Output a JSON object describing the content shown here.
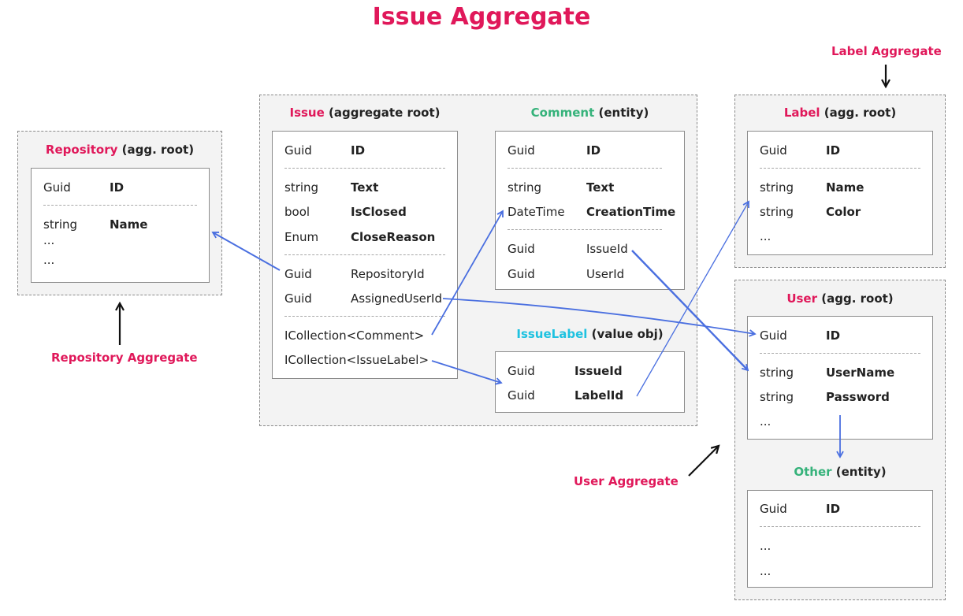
{
  "title": "Issue Aggregate",
  "aggregate_labels": {
    "label": "Label Aggregate",
    "repository": "Repository Aggregate",
    "user": "User Aggregate"
  },
  "repository": {
    "name": "Repository",
    "tag": "(agg. root)",
    "rows": [
      [
        "Guid",
        "ID"
      ],
      [
        "string",
        "Name"
      ]
    ],
    "ellipsis": [
      "...",
      "..."
    ]
  },
  "issue": {
    "name": "Issue",
    "tag": "(aggregate root)",
    "rows": [
      [
        "Guid",
        "ID"
      ],
      [
        "string",
        "Text"
      ],
      [
        "bool",
        "IsClosed"
      ],
      [
        "Enum",
        "CloseReason"
      ],
      [
        "Guid",
        "RepositoryId"
      ],
      [
        "Guid",
        "AssignedUserId"
      ]
    ],
    "collections": [
      "ICollection<Comment>",
      "ICollection<IssueLabel>"
    ]
  },
  "comment": {
    "name": "Comment",
    "tag": "(entity)",
    "rows": [
      [
        "Guid",
        "ID"
      ],
      [
        "string",
        "Text"
      ],
      [
        "DateTime",
        "CreationTime"
      ],
      [
        "Guid",
        "IssueId"
      ],
      [
        "Guid",
        "UserId"
      ]
    ]
  },
  "issuelabel": {
    "name": "IssueLabel",
    "tag": "(value obj)",
    "rows": [
      [
        "Guid",
        "IssueId"
      ],
      [
        "Guid",
        "LabelId"
      ]
    ]
  },
  "label": {
    "name": "Label",
    "tag": "(agg. root)",
    "rows": [
      [
        "Guid",
        "ID"
      ],
      [
        "string",
        "Name"
      ],
      [
        "string",
        "Color"
      ]
    ],
    "ellipsis": "..."
  },
  "user": {
    "name": "User",
    "tag": "(agg. root)",
    "rows": [
      [
        "Guid",
        "ID"
      ],
      [
        "string",
        "UserName"
      ],
      [
        "string",
        "Password"
      ]
    ],
    "ellipsis": "..."
  },
  "other": {
    "name": "Other",
    "tag": "(entity)",
    "rows": [
      [
        "Guid",
        "ID"
      ]
    ],
    "ellipsis": [
      "...",
      "..."
    ]
  },
  "colors": {
    "accent": "#e0185a",
    "entity": "#35b27a",
    "value_object": "#1ec2e0",
    "arrow": "#4a6fe0"
  }
}
